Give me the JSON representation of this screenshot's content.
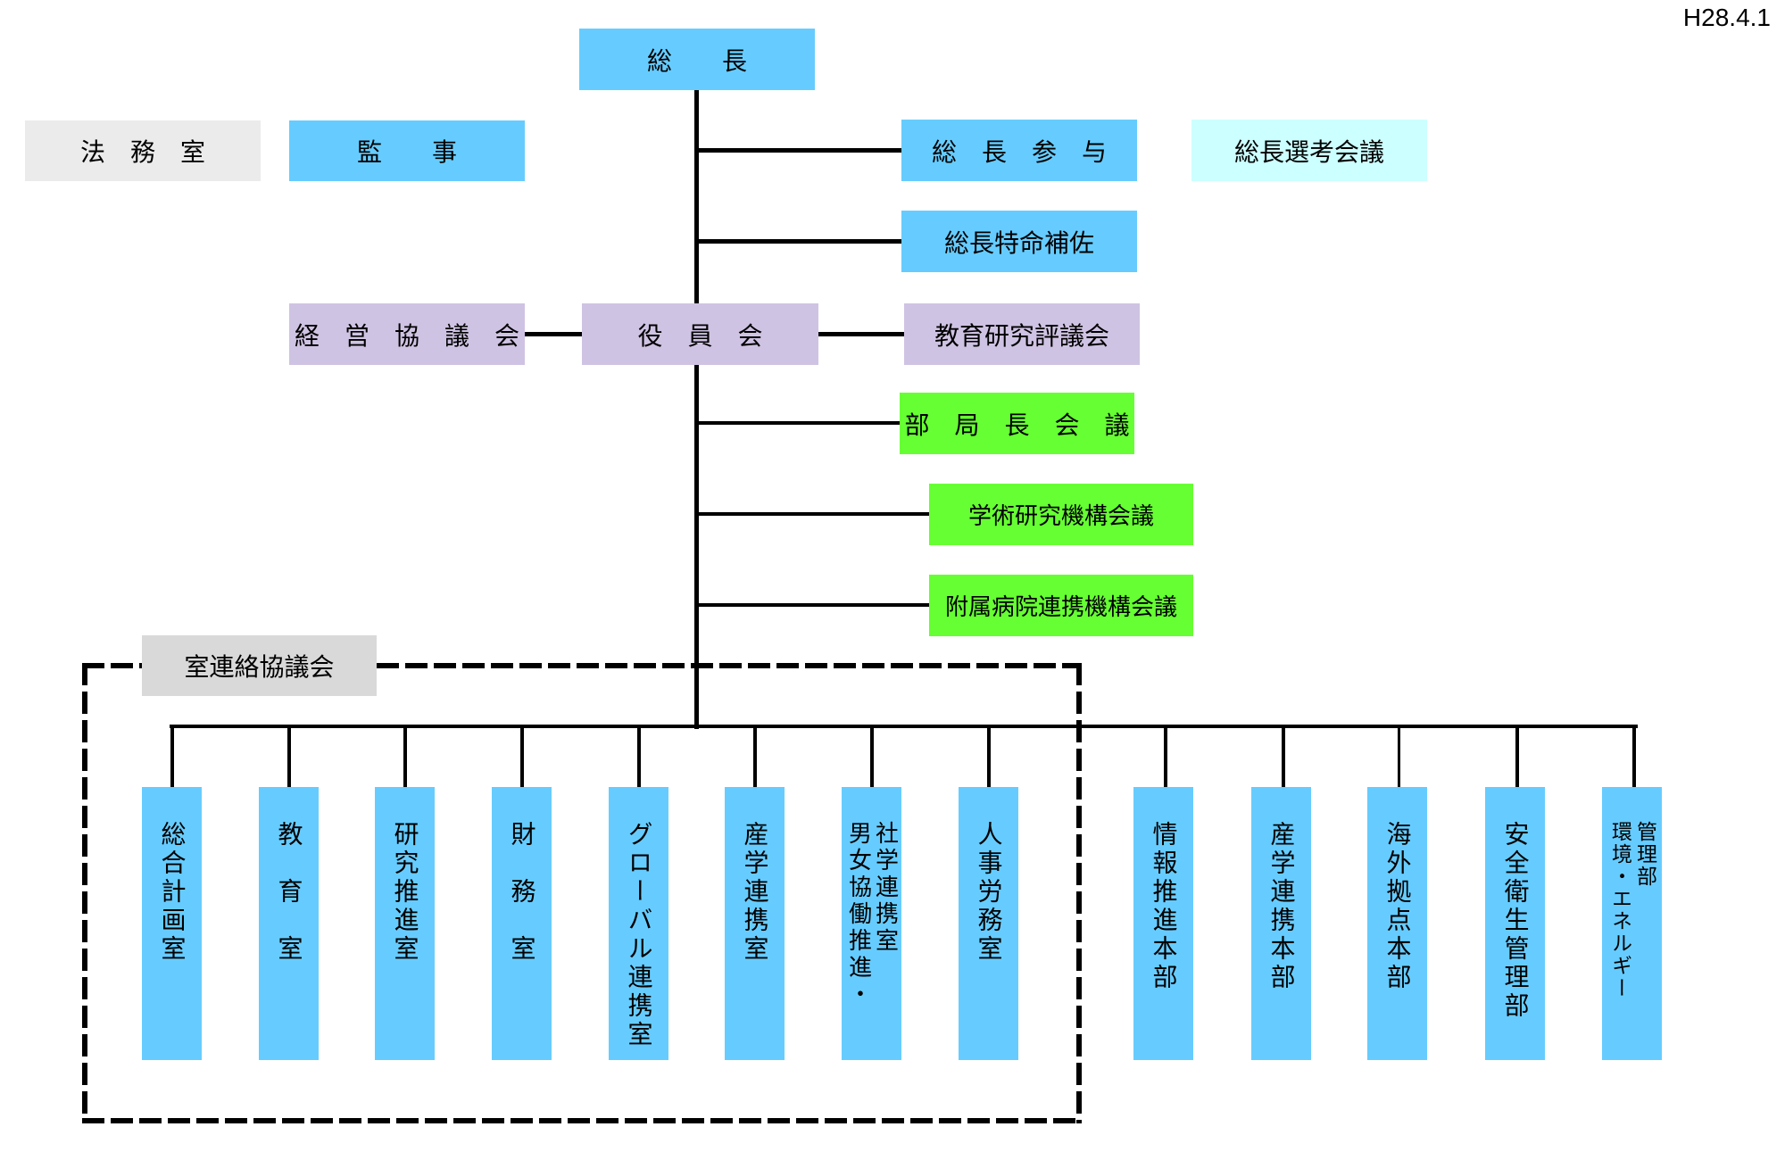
{
  "date": "H28.4.1",
  "top": {
    "president": "総　　長",
    "legal_office": "法　務　室",
    "auditor": "監　　事",
    "advisor": "総　長　参　与",
    "selection_council": "総長選考会議",
    "special_assistant": "総長特命補佐",
    "management_council": "経　営　協　議　会",
    "board": "役　員　会",
    "education_research_council": "教育研究評議会",
    "deans_council": "部　局　長　会　議",
    "academic_research_council": "学術研究機構会議",
    "hospital_council": "附属病院連携機構会議",
    "office_liaison_council": "室連絡協議会"
  },
  "offices": [
    {
      "label": "総合計画室"
    },
    {
      "label": "教　育　室"
    },
    {
      "label": "研究推進室"
    },
    {
      "label": "財　務　室"
    },
    {
      "label": "グローバル連携室"
    },
    {
      "label": "産学連携室"
    },
    {
      "label": "男女協働推進・社学連携室",
      "line1": "男女協働推進・",
      "line2": "社学連携室"
    },
    {
      "label": "人事労務室"
    }
  ],
  "headquarters": [
    {
      "label": "情報推進本部"
    },
    {
      "label": "産学連携本部"
    },
    {
      "label": "海外拠点本部"
    },
    {
      "label": "安全衛生管理部"
    },
    {
      "label": "環境・エネルギー管理部",
      "line1": "環境・エネルギー",
      "line2": "管理部"
    }
  ],
  "colors": {
    "executive": "#66CCFF",
    "council": "#66FF33",
    "board": "#CFC3E3",
    "selection": "#CCFFFF",
    "neutral": "#EBEBEB"
  }
}
